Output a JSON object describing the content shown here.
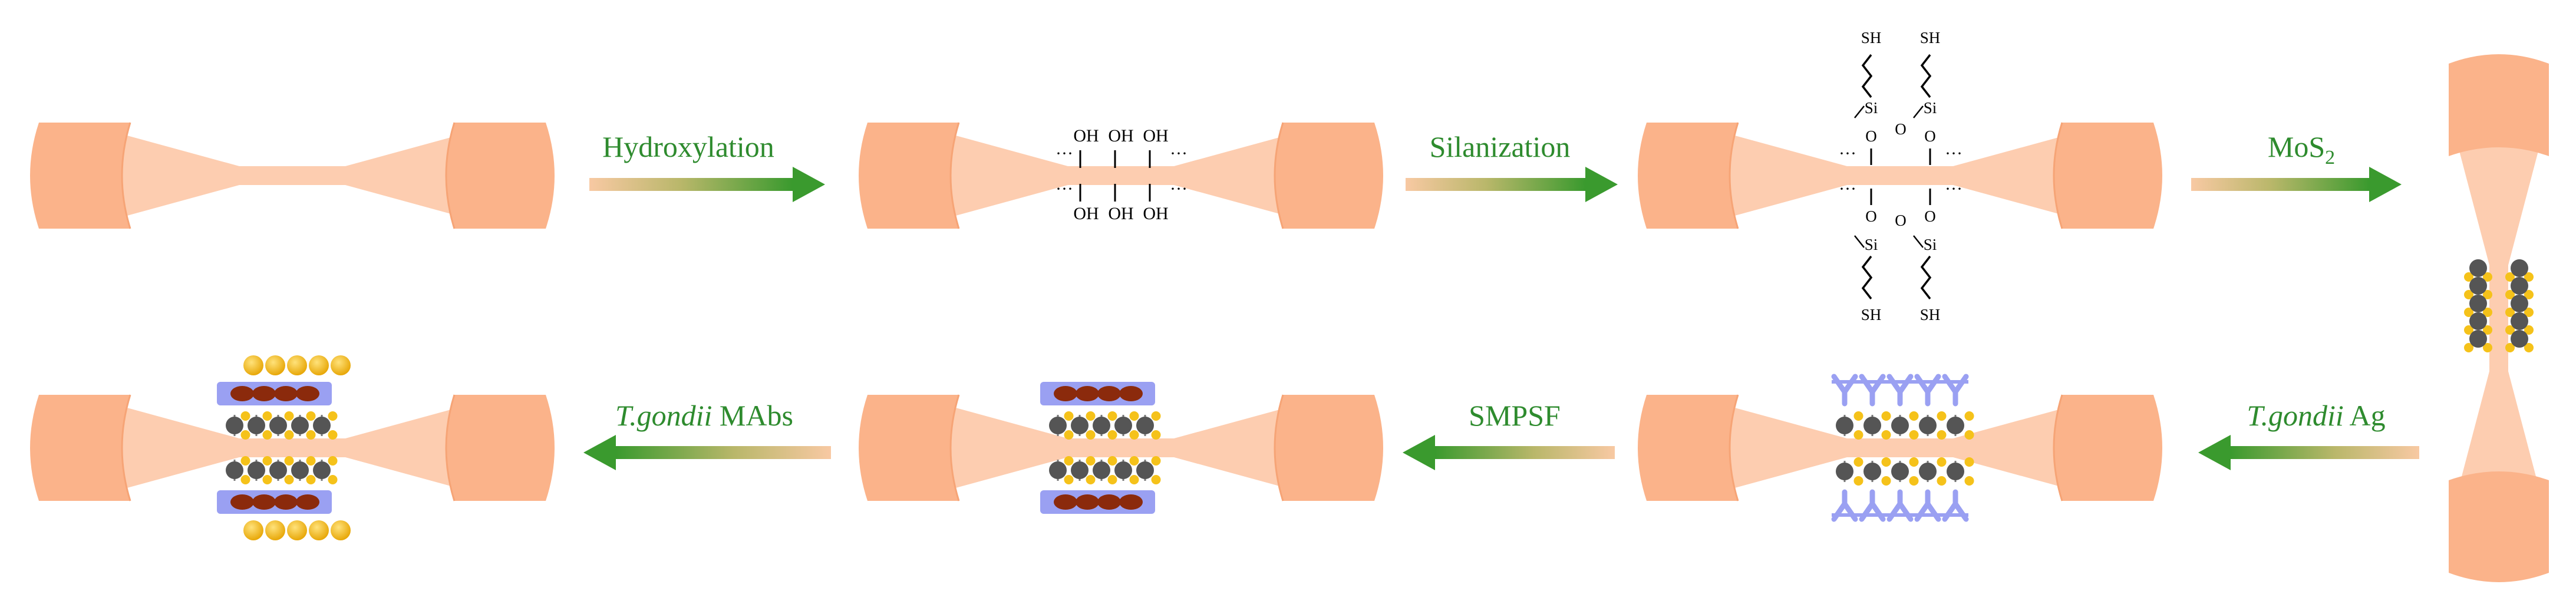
{
  "colors": {
    "fiber_end": "#fbb38a",
    "fiber_taper": "#fdcdb0",
    "fiber_shadow": "#f6a476",
    "arrow_green": "#3a9a2e",
    "arrow_light": "#f8c9a3",
    "mos2_mo": "#555555",
    "mos2_s": "#f5c21a",
    "silane": "#9aa0f2",
    "antigen": "#8b2a0c",
    "gold": "#f2b20a"
  },
  "steps": [
    {
      "id": "hydroxylation",
      "label": "Hydroxylation",
      "direction": "right"
    },
    {
      "id": "silanization",
      "label": "Silanization",
      "direction": "right"
    },
    {
      "id": "mos2",
      "label_main": "MoS",
      "label_sub": "2",
      "direction": "right"
    },
    {
      "id": "antigen",
      "label_italic": "T.gondii",
      "label_rest": " Ag",
      "direction": "left"
    },
    {
      "id": "smpsf",
      "label": "SMPSF",
      "direction": "left"
    },
    {
      "id": "mabs",
      "label_italic": "T.gondii",
      "label_rest": " MAbs",
      "direction": "left"
    }
  ],
  "chemistry": {
    "hydroxyl": "OH",
    "silicon": "Si",
    "oxygen": "O",
    "thiol": "SH",
    "dots": "···"
  }
}
